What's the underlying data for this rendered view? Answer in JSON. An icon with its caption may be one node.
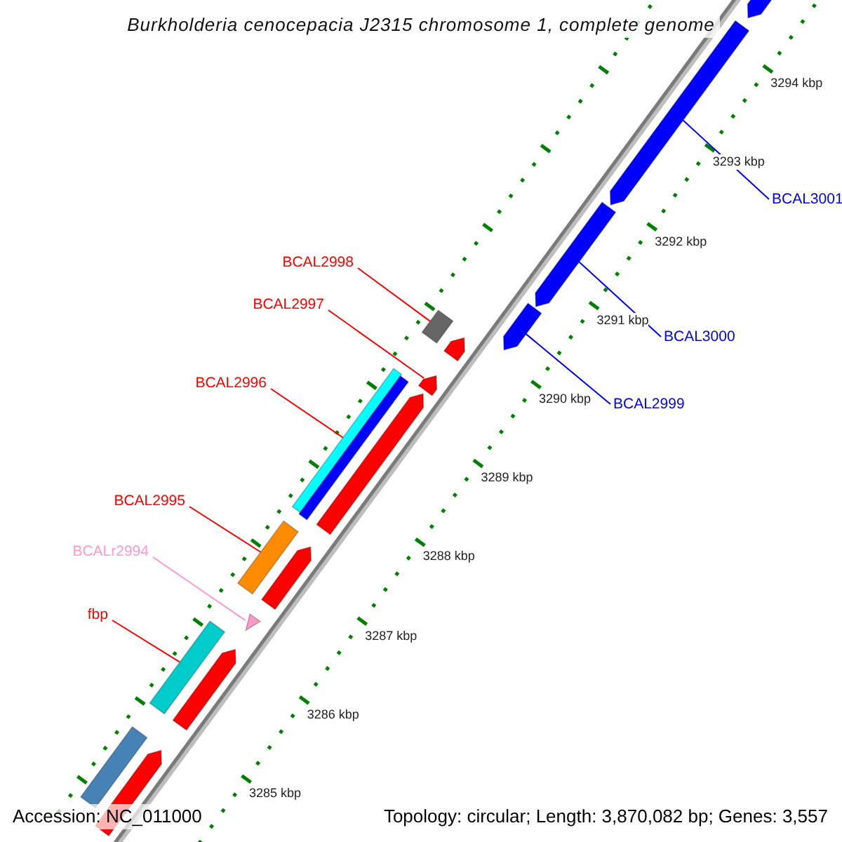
{
  "diagram": {
    "title": "Burkholderia cenocepacia J2315 chromosome 1, complete genome",
    "nodes": [
      {
        "text": [
          "BCAL2998"
        ]
      },
      {
        "text": [
          "BCAL2997"
        ]
      },
      {
        "text": [
          "BCAL2996"
        ]
      },
      {
        "text": [
          "BCAL2995"
        ]
      },
      {
        "text": [
          "BCALr2994"
        ]
      },
      {
        "text": [
          "fbp"
        ]
      },
      {
        "text": [
          "BCAL3001"
        ]
      },
      {
        "text": [
          "BCAL3000"
        ]
      },
      {
        "text": [
          "BCAL2999"
        ]
      },
      {
        "text": [],
        "shape": "pentagon"
      },
      {
        "text": [],
        "shape": "pentagon"
      },
      {
        "text": [],
        "shape": "pentagon"
      },
      {
        "text": [],
        "shape": "pentagon"
      },
      {
        "text": [],
        "shape": "box"
      },
      {
        "text": [],
        "shape": "pentagon"
      },
      {
        "text": [],
        "shape": "pentagon"
      },
      {
        "text": [],
        "shape": "bar"
      },
      {
        "text": [],
        "shape": "bar"
      },
      {
        "text": [],
        "shape": "pentagon"
      },
      {
        "text": [],
        "shape": "bar"
      },
      {
        "text": [],
        "shape": "pentagon"
      },
      {
        "text": [],
        "shape": "triangle"
      },
      {
        "text": [],
        "shape": "bar"
      },
      {
        "text": [],
        "shape": "pentagon"
      },
      {
        "text": [],
        "shape": "bar"
      },
      {
        "text": [],
        "shape": "pentagon"
      }
    ],
    "edges": [
      {
        "from": 0,
        "to": 13,
        "arrow": "none"
      },
      {
        "from": 1,
        "to": 15,
        "arrow": "none"
      },
      {
        "from": 2,
        "to": 16,
        "arrow": "none"
      },
      {
        "from": 3,
        "to": 19,
        "arrow": "none"
      },
      {
        "from": 4,
        "to": 21,
        "arrow": "none",
        "color": "#ff99cc"
      },
      {
        "from": 5,
        "to": 22,
        "arrow": "none"
      },
      {
        "from": 6,
        "to": 10,
        "arrow": "none",
        "color": "#0000ff"
      },
      {
        "from": 7,
        "to": 11,
        "arrow": "none",
        "color": "#0000ff"
      },
      {
        "from": 8,
        "to": 12,
        "arrow": "none",
        "color": "#0000ff"
      }
    ],
    "labels": [
      "3294 kbp",
      "3293 kbp",
      "3292 kbp",
      "3291 kbp",
      "3290 kbp",
      "3289 kbp",
      "3288 kbp",
      "3287 kbp",
      "3286 kbp",
      "3285 kbp",
      "Accession: NC_011000",
      "Topology: circular; Length: 3,870,082 bp; Genes: 3,557"
    ]
  }
}
